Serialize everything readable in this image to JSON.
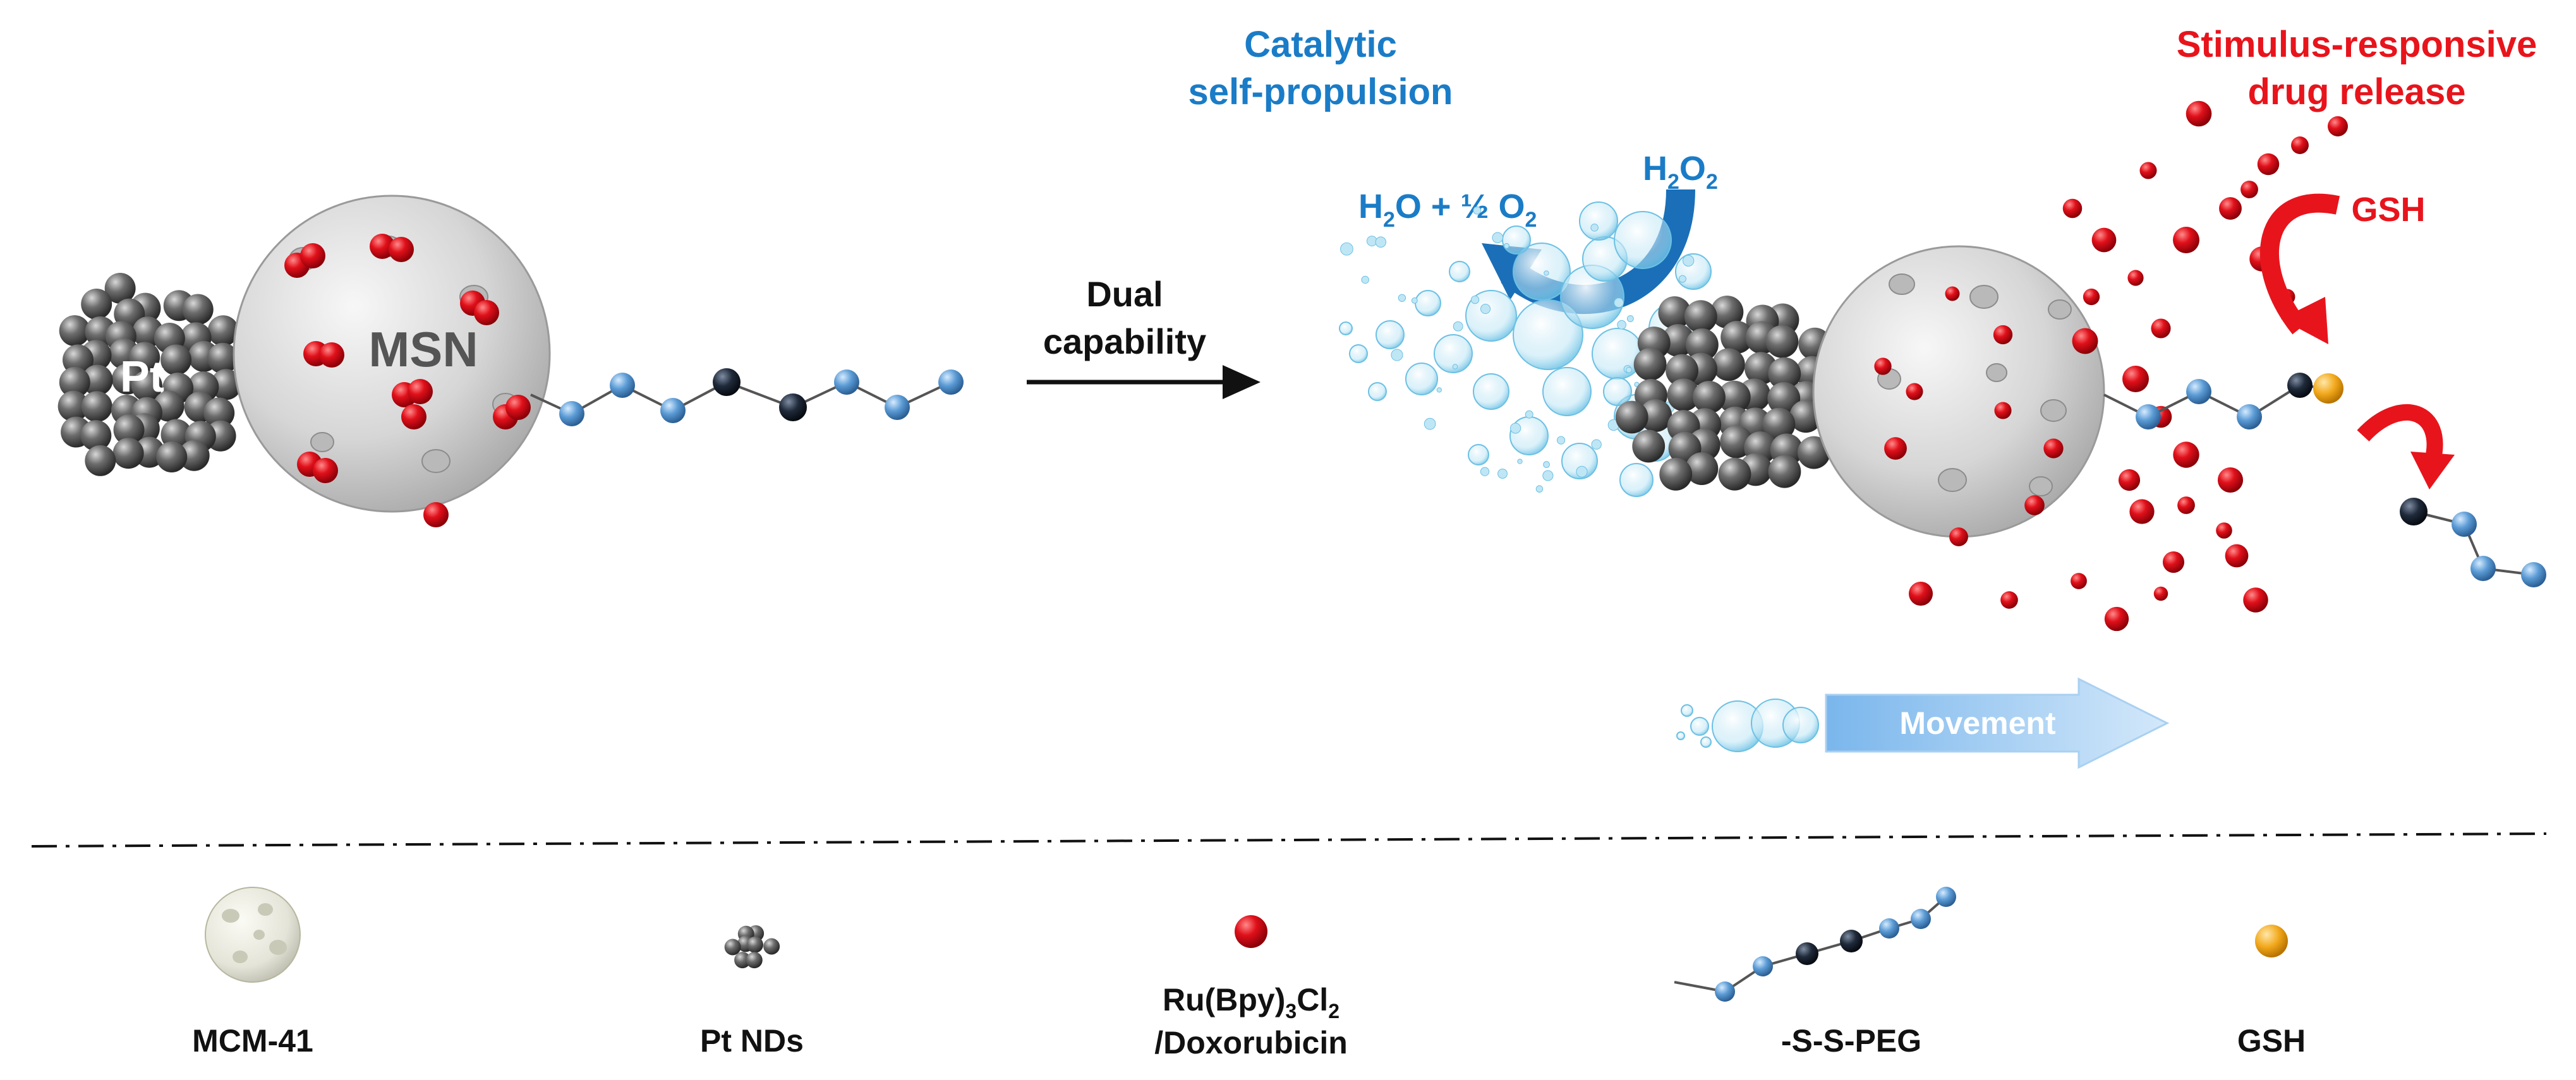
{
  "left_construct": {
    "pt_label": "Pt",
    "msn_label": "MSN"
  },
  "arrow": {
    "label_line1": "Dual",
    "label_line2": "capability"
  },
  "catalytic": {
    "title_line1": "Catalytic",
    "title_line2": "self-propulsion",
    "reactant_main": "H",
    "reactant_sub1": "2",
    "reactant_o": "O",
    "reactant_sub2": "2",
    "product_h": "H",
    "product_sub1": "2",
    "product_mid": "O + ½ O",
    "product_sub2": "2"
  },
  "release": {
    "title_line1": "Stimulus-responsive",
    "title_line2": "drug release",
    "gsh_label": "GSH"
  },
  "movement": {
    "label": "Movement"
  },
  "legend": {
    "mcm": "MCM-41",
    "pt": "Pt NDs",
    "drug_line1_a": "Ru(Bpy)",
    "drug_line1_sub1": "3",
    "drug_line1_b": "Cl",
    "drug_line1_sub2": "2",
    "drug_line2": "/Doxorubicin",
    "peg": "-S-S-PEG",
    "gsh": "GSH"
  },
  "colors": {
    "blue_text": "#1a7cc7",
    "red_text": "#e8141c",
    "drug_red": "#e0101a",
    "pt_grey": "#5a5a5a",
    "msn_grey": "#d9d9d9",
    "bead_blue": "#5b9bd5",
    "bead_dark": "#1f2a3a",
    "gsh_gold": "#f2a81c"
  }
}
